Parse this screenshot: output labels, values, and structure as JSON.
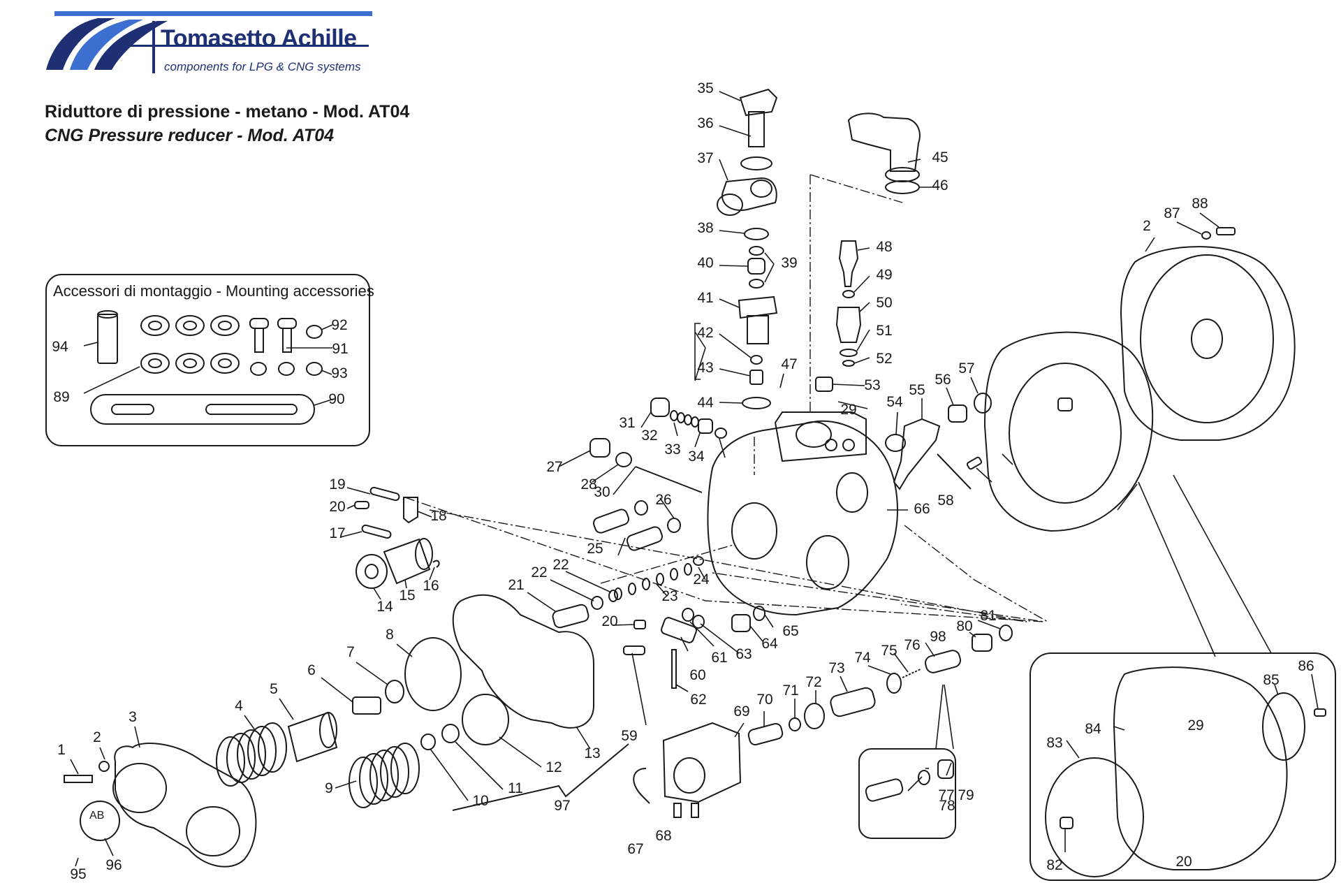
{
  "logo": {
    "name": "Tomasetto Achille",
    "tagline": "components for LPG & CNG systems"
  },
  "title": {
    "italian": "Riduttore di pressione - metano - Mod. AT04",
    "english": "CNG Pressure reducer - Mod. AT04"
  },
  "accessories": {
    "title": "Accessori di montaggio - Mounting accessories"
  },
  "colors": {
    "brand_blue": "#1e2f73",
    "brand_light_blue": "#3d6fd1",
    "line": "#1a1a1a"
  },
  "callouts": [
    {
      "n": "1"
    },
    {
      "n": "2"
    },
    {
      "n": "3"
    },
    {
      "n": "4"
    },
    {
      "n": "5"
    },
    {
      "n": "6"
    },
    {
      "n": "7"
    },
    {
      "n": "8"
    },
    {
      "n": "9"
    },
    {
      "n": "10"
    },
    {
      "n": "11"
    },
    {
      "n": "12"
    },
    {
      "n": "13"
    },
    {
      "n": "14"
    },
    {
      "n": "15"
    },
    {
      "n": "16"
    },
    {
      "n": "17"
    },
    {
      "n": "18"
    },
    {
      "n": "19"
    },
    {
      "n": "20"
    },
    {
      "n": "20"
    },
    {
      "n": "20"
    },
    {
      "n": "21"
    },
    {
      "n": "22"
    },
    {
      "n": "22"
    },
    {
      "n": "23"
    },
    {
      "n": "24"
    },
    {
      "n": "25"
    },
    {
      "n": "26"
    },
    {
      "n": "27"
    },
    {
      "n": "28"
    },
    {
      "n": "29"
    },
    {
      "n": "29"
    },
    {
      "n": "30"
    },
    {
      "n": "31"
    },
    {
      "n": "32"
    },
    {
      "n": "33"
    },
    {
      "n": "34"
    },
    {
      "n": "35"
    },
    {
      "n": "36"
    },
    {
      "n": "37"
    },
    {
      "n": "38"
    },
    {
      "n": "39"
    },
    {
      "n": "40"
    },
    {
      "n": "41"
    },
    {
      "n": "42"
    },
    {
      "n": "43"
    },
    {
      "n": "44"
    },
    {
      "n": "45"
    },
    {
      "n": "46"
    },
    {
      "n": "47"
    },
    {
      "n": "48"
    },
    {
      "n": "49"
    },
    {
      "n": "50"
    },
    {
      "n": "51"
    },
    {
      "n": "52"
    },
    {
      "n": "53"
    },
    {
      "n": "54"
    },
    {
      "n": "55"
    },
    {
      "n": "56"
    },
    {
      "n": "57"
    },
    {
      "n": "58"
    },
    {
      "n": "59"
    },
    {
      "n": "60"
    },
    {
      "n": "61"
    },
    {
      "n": "62"
    },
    {
      "n": "63"
    },
    {
      "n": "64"
    },
    {
      "n": "65"
    },
    {
      "n": "66"
    },
    {
      "n": "67"
    },
    {
      "n": "68"
    },
    {
      "n": "69"
    },
    {
      "n": "70"
    },
    {
      "n": "71"
    },
    {
      "n": "72"
    },
    {
      "n": "73"
    },
    {
      "n": "74"
    },
    {
      "n": "75"
    },
    {
      "n": "76"
    },
    {
      "n": "77"
    },
    {
      "n": "78"
    },
    {
      "n": "79"
    },
    {
      "n": "80"
    },
    {
      "n": "81"
    },
    {
      "n": "82"
    },
    {
      "n": "83"
    },
    {
      "n": "84"
    },
    {
      "n": "85"
    },
    {
      "n": "86"
    },
    {
      "n": "2"
    },
    {
      "n": "87"
    },
    {
      "n": "88"
    },
    {
      "n": "89"
    },
    {
      "n": "90"
    },
    {
      "n": "91"
    },
    {
      "n": "92"
    },
    {
      "n": "93"
    },
    {
      "n": "94"
    },
    {
      "n": "95"
    },
    {
      "n": "96"
    },
    {
      "n": "97"
    },
    {
      "n": "98"
    }
  ]
}
